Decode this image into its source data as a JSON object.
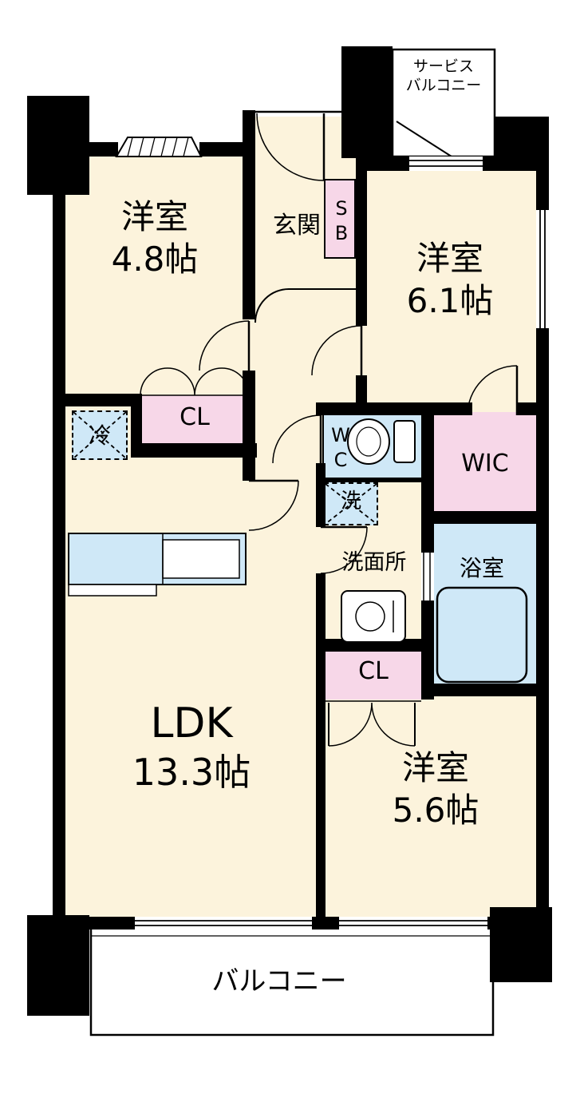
{
  "colors": {
    "wall": "#000000",
    "room": "#fcf3dc",
    "closet": "#f7d7e8",
    "water": "#cfe8f7",
    "bg": "#ffffff"
  },
  "rooms": {
    "bedroom1": {
      "name": "洋室",
      "size": "4.8帖"
    },
    "bedroom2": {
      "name": "洋室",
      "size": "6.1帖"
    },
    "bedroom3": {
      "name": "洋室",
      "size": "5.6帖"
    },
    "ldk": {
      "name": "LDK",
      "size": "13.3帖"
    },
    "entrance": {
      "label": "玄関"
    },
    "shoe_box": {
      "label": "SB"
    },
    "closet_a": {
      "label": "CL"
    },
    "closet_b": {
      "label": "CL"
    },
    "walk_in_closet": {
      "label": "WIC"
    },
    "toilet": {
      "label": "WC"
    },
    "laundry": {
      "label": "洗"
    },
    "refrigerator": {
      "label": "冷"
    },
    "washroom": {
      "label": "洗面所"
    },
    "bathroom": {
      "label": "浴室"
    },
    "balcony": {
      "label": "バルコニー"
    },
    "service_balcony": {
      "line1": "サービス",
      "line2": "バルコニー"
    }
  }
}
